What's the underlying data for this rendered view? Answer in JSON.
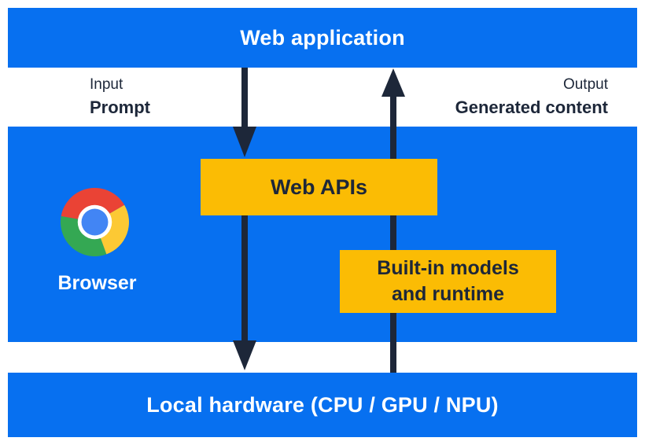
{
  "diagram": {
    "top_bar": {
      "label": "Web application"
    },
    "flow_labels": {
      "input_title": "Input",
      "input_value": "Prompt",
      "output_title": "Output",
      "output_value": "Generated content"
    },
    "browser_section": {
      "browser_label": "Browser",
      "web_apis_label": "Web APIs",
      "builtin_models_line1": "Built-in models",
      "builtin_models_line2": "and runtime"
    },
    "bottom_bar": {
      "label": "Local hardware (CPU / GPU / NPU)"
    },
    "icons": {
      "chrome_logo": "chrome-browser-icon",
      "input_arrow": "down-arrow-icon",
      "output_arrow": "up-arrow-icon"
    },
    "colors": {
      "section_blue": "#0770f0",
      "box_yellow": "#fbbc04",
      "text_dark_navy": "#1d2739",
      "text_white": "#ffffff",
      "chrome_red": "#ea4335",
      "chrome_green": "#34a853",
      "chrome_yellow": "#fcc934",
      "chrome_blue": "#4285f4"
    }
  }
}
